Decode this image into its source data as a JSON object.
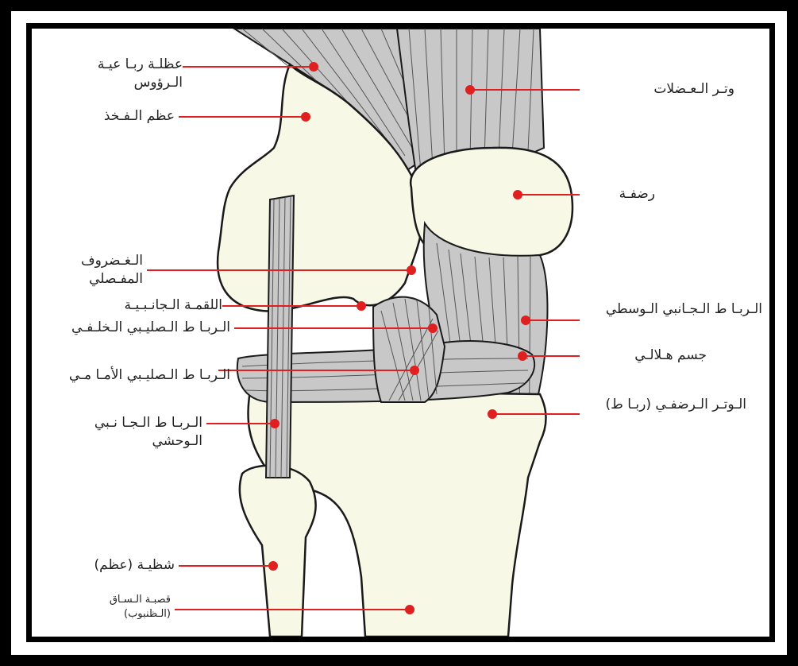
{
  "colors": {
    "bone": "#f8f8e6",
    "outline": "#1a1a1a",
    "tissue": "#c8c8c8",
    "tissue_lines": "#555555",
    "leader": "#e02020",
    "frame": "#000000"
  },
  "labels": {
    "quadriceps": "عظلـة ربـا عيـة الـرؤوس",
    "femur": "عظم الـفـخذ",
    "cartilage": "الـغـضروف المفـصلي",
    "condyle": "اللقمـة الـجانـبـيـة",
    "pcl": "الـربـا ط الـصليـبي الـخلـفـي",
    "acl": "الـربـا ط الـصليـبي الأمـا مـي",
    "lcl": "الـربـا ط الـجـا نـبي الـوحشي",
    "fibula": "شظيـة (عظم)",
    "tibia": "قصبـة الـسـاق (الـظنبوب)",
    "tendon": "وتـر الـعـضلات",
    "patella": "رضفـة",
    "mcl": "الـربـا ط الـجـانبي الـوسطي",
    "meniscus": "جسم هـلالـي",
    "patellar_tendon": "الـوتـر الـرضفـي (ربـا ط)"
  }
}
